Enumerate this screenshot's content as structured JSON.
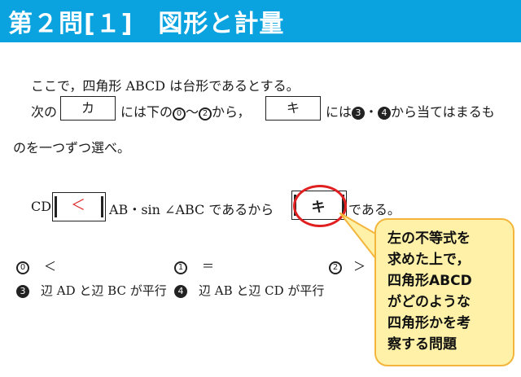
{
  "header": {
    "title": "第２問[１]　図形と計量"
  },
  "problem": {
    "line1": "ここで，四角形 ABCD は台形であるとする。",
    "line2_before": "次の",
    "box_ka": "カ",
    "line2_mid": "には下の",
    "range1_start": "0",
    "range1_sep": "～",
    "range1_end": "2",
    "line2_mid2": "から，",
    "box_ki": "キ",
    "line2_after": "には",
    "opt3": "3",
    "dot": "・",
    "opt4": "4",
    "line2_end": "から当てはまるも",
    "line3": "のを一つずつ選べ。"
  },
  "expression": {
    "left": "CD",
    "sign": "＜",
    "middle": "AB・sin ∠ABC であるから",
    "box": "キ",
    "right": "である。"
  },
  "options": [
    {
      "num": "0",
      "text": "＜"
    },
    {
      "num": "1",
      "text": "＝"
    },
    {
      "num": "2",
      "text": "＞"
    },
    {
      "num": "3",
      "text": "辺 AD と辺 BC が平行"
    },
    {
      "num": "4",
      "text": "辺 AB と辺 CD が平行"
    }
  ],
  "callout": {
    "text": "左の不等式を\n求めた上で，\n四角形ABCD\nがどのような\n四角形かを考\n察する問題"
  },
  "colors": {
    "header_bg": "#0aa3e0",
    "highlight": "#e02020",
    "callout_bg": "#fff2a8",
    "callout_border": "#f3b53c"
  }
}
